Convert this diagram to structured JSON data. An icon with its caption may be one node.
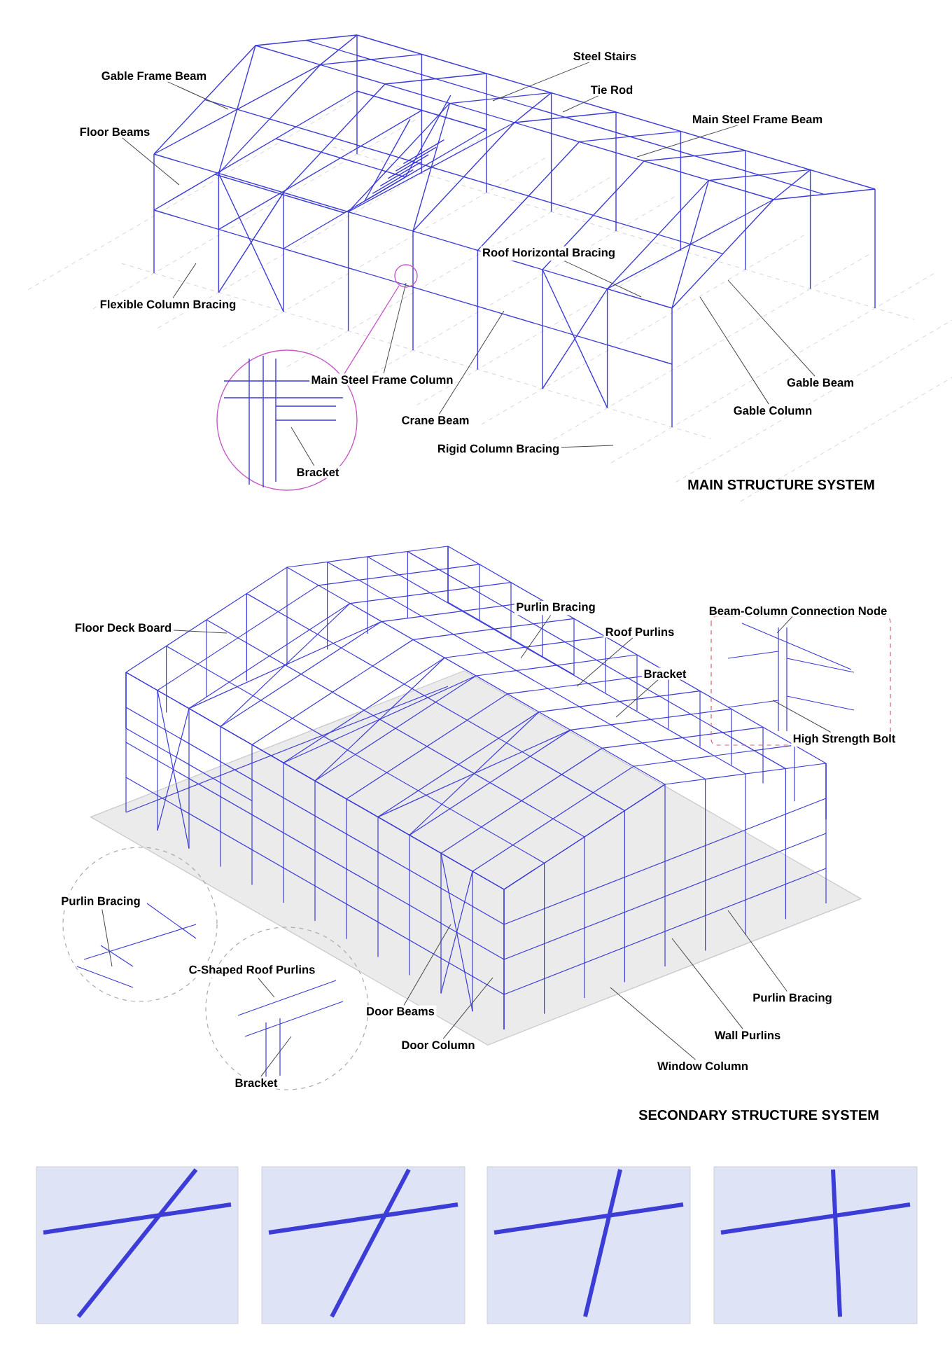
{
  "diagram": {
    "nodes": [
      {
        "text": [
          "Gable Frame Beam"
        ]
      },
      {
        "text": [
          "Floor Beams"
        ]
      },
      {
        "text": [
          "Steel Stairs"
        ]
      },
      {
        "text": [
          "Tie Rod"
        ]
      },
      {
        "text": [
          "Main Steel Frame Beam"
        ]
      },
      {
        "text": [
          "Roof Horizontal Bracing"
        ]
      },
      {
        "text": [
          "Flexible Column Bracing"
        ]
      },
      {
        "text": [
          "Main Steel Frame Column"
        ]
      },
      {
        "text": [
          "Crane Beam"
        ]
      },
      {
        "text": [
          "Rigid Column Bracing"
        ]
      },
      {
        "text": [
          "Gable Beam"
        ]
      },
      {
        "text": [
          "Gable Column"
        ]
      },
      {
        "text": [
          "Bracket"
        ]
      },
      {
        "text": [
          "Floor Deck Board"
        ]
      },
      {
        "text": [
          "Purlin Bracing"
        ]
      },
      {
        "text": [
          "Roof Purlins"
        ]
      },
      {
        "text": [
          "Beam-Column Connection Node"
        ]
      },
      {
        "text": [
          "Bracket"
        ]
      },
      {
        "text": [
          "High Strength Bolt"
        ]
      },
      {
        "text": [
          "Purlin Bracing"
        ]
      },
      {
        "text": [
          "C-Shaped Roof Purlins"
        ]
      },
      {
        "text": [
          "Bracket"
        ]
      },
      {
        "text": [
          "Door Beams"
        ]
      },
      {
        "text": [
          "Door Column"
        ]
      },
      {
        "text": [
          "Purlin Bracing"
        ]
      },
      {
        "text": [
          "Wall Purlins"
        ]
      },
      {
        "text": [
          "Window Column"
        ]
      }
    ],
    "edges": [
      {
        "from": 0,
        "to": null,
        "arrow": "none"
      },
      {
        "from": 1,
        "to": null,
        "arrow": "none"
      },
      {
        "from": 2,
        "to": null,
        "arrow": "none"
      },
      {
        "from": 3,
        "to": null,
        "arrow": "none"
      },
      {
        "from": 4,
        "to": null,
        "arrow": "none"
      },
      {
        "from": 5,
        "to": null,
        "arrow": "none"
      },
      {
        "from": 6,
        "to": null,
        "arrow": "none"
      },
      {
        "from": 7,
        "to": null,
        "arrow": "none"
      },
      {
        "from": 8,
        "to": null,
        "arrow": "none"
      },
      {
        "from": 9,
        "to": null,
        "arrow": "none"
      },
      {
        "from": 10,
        "to": null,
        "arrow": "none"
      },
      {
        "from": 11,
        "to": null,
        "arrow": "none"
      },
      {
        "from": 12,
        "to": null,
        "arrow": "none"
      },
      {
        "from": 13,
        "to": null,
        "arrow": "none"
      },
      {
        "from": 14,
        "to": null,
        "arrow": "none"
      },
      {
        "from": 15,
        "to": null,
        "arrow": "none"
      },
      {
        "from": 16,
        "to": null,
        "arrow": "none"
      },
      {
        "from": 17,
        "to": null,
        "arrow": "none"
      },
      {
        "from": 18,
        "to": null,
        "arrow": "none"
      },
      {
        "from": 19,
        "to": null,
        "arrow": "none"
      },
      {
        "from": 20,
        "to": null,
        "arrow": "none"
      },
      {
        "from": 21,
        "to": null,
        "arrow": "none"
      },
      {
        "from": 22,
        "to": null,
        "arrow": "none"
      },
      {
        "from": 23,
        "to": null,
        "arrow": "none"
      },
      {
        "from": 24,
        "to": null,
        "arrow": "none"
      },
      {
        "from": 25,
        "to": null,
        "arrow": "none"
      },
      {
        "from": 26,
        "to": null,
        "arrow": "none"
      }
    ],
    "labels": [
      "MAIN STRUCTURE SYSTEM",
      "SECONDARY STRUCTURE SYSTEM"
    ]
  }
}
